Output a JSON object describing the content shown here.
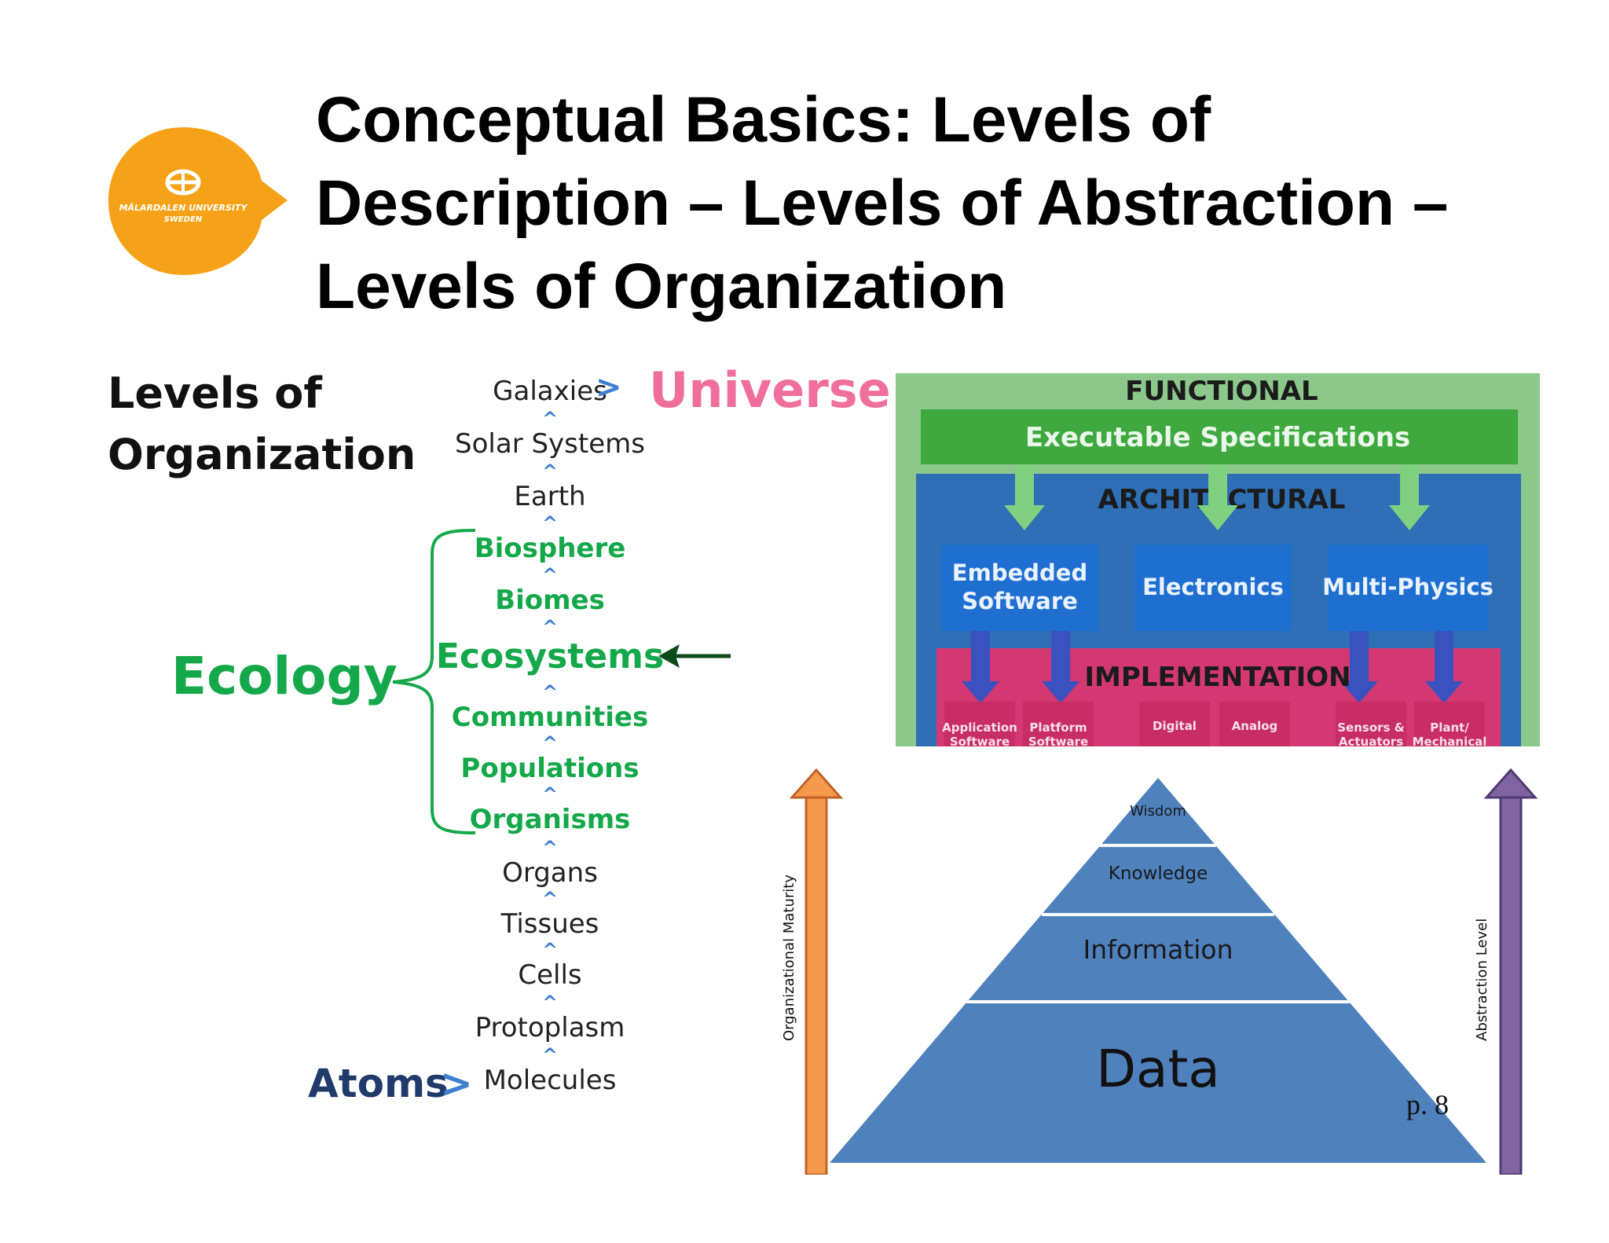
{
  "slide": {
    "title": "Conceptual Basics: Levels of Description – Levels of Abstraction – Levels of Organization",
    "page": "p. 8"
  },
  "logo": {
    "line1": "MÄLARDALEN UNIVERSITY",
    "line2": "SWEDEN",
    "color": "#f5a218"
  },
  "organization": {
    "heading_line1": "Levels of",
    "heading_line2": "Organization",
    "universe": "Universe",
    "ecology": "Ecology",
    "atoms": "Atoms",
    "gt": ">",
    "caret": "^",
    "levels": [
      {
        "label": "Galaxies",
        "ecology": false
      },
      {
        "label": "Solar Systems",
        "ecology": false
      },
      {
        "label": "Earth",
        "ecology": false
      },
      {
        "label": "Biosphere",
        "ecology": true
      },
      {
        "label": "Biomes",
        "ecology": true
      },
      {
        "label": "Ecosystems",
        "ecology": true
      },
      {
        "label": "Communities",
        "ecology": true
      },
      {
        "label": "Populations",
        "ecology": true
      },
      {
        "label": "Organisms",
        "ecology": true
      },
      {
        "label": "Organs",
        "ecology": false
      },
      {
        "label": "Tissues",
        "ecology": false
      },
      {
        "label": "Cells",
        "ecology": false
      },
      {
        "label": "Protoplasm",
        "ecology": false
      },
      {
        "label": "Molecules",
        "ecology": false
      }
    ],
    "colors": {
      "ecology": "#14a84a",
      "universe": "#f06e9c",
      "caret": "#3f7fd0",
      "atoms": "#1f3a6b"
    }
  },
  "architecture": {
    "functional": "FUNCTIONAL",
    "exec_spec": "Executable Specifications",
    "architectural": "ARCHITECTURAL",
    "boxes": [
      "Embedded Software",
      "Electronics",
      "Multi-Physics"
    ],
    "implementation": "IMPLEMENTATION",
    "impl_items": [
      "Application Software",
      "Platform Software",
      "Digital",
      "Analog",
      "Sensors & Actuators",
      "Plant/ Mechanical"
    ],
    "colors": {
      "outer": "#8cc78c",
      "exec": "#3fa83f",
      "arch": "#2e6fb5",
      "box": "#1f6fd0",
      "impl": "#d43872"
    }
  },
  "pyramid": {
    "levels": [
      "Wisdom",
      "Knowledge",
      "Information",
      "Data"
    ],
    "left_axis": "Organizational Maturity",
    "right_axis": "Abstraction Level",
    "colors": {
      "fill": "#4f81bd",
      "left_arrow": "#f59a4a",
      "right_arrow": "#8064a2"
    }
  }
}
